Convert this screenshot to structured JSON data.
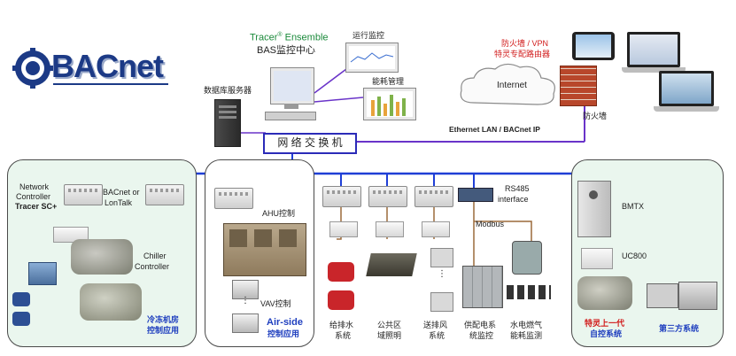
{
  "logo": {
    "text": "BACnet"
  },
  "center": {
    "brand": "Tracer",
    "brand_sup": "®",
    "brand_suffix": " Ensemble",
    "title": "BAS监控中心"
  },
  "labels": {
    "run_monitor": "运行监控",
    "energy_mgmt": "能耗管理",
    "db_server": "数据库服务器",
    "switch": "网 络 交 换 机",
    "internet": "Internet",
    "firewall_vpn_1": "防火墙 / VPN",
    "firewall_vpn_2": "特灵专配路由器",
    "firewall": "防火墙",
    "lan": "Ethernet LAN / BACnet IP"
  },
  "left_panel": {
    "nc_1": "Network",
    "nc_2": "Controller",
    "nc_3": "Tracer SC+",
    "bacnet_1": "BACnet or",
    "bacnet_2": "LonTalk",
    "chiller_1": "Chiller",
    "chiller_2": "Controller",
    "caption_1": "冷冻机房",
    "caption_2": "控制应用"
  },
  "air_panel": {
    "ahu": "AHU控制",
    "vav": "VAV控制",
    "caption_1": "Air-side",
    "caption_2": "控制应用"
  },
  "middle": {
    "rs485_1": "RS485",
    "rs485_2": "interface",
    "modbus": "Modbus",
    "water_1": "给排水",
    "water_2": "系统",
    "light_1": "公共区",
    "light_2": "域照明",
    "fan_1": "送排风",
    "fan_2": "系统",
    "power_1": "供配电系",
    "power_2": "统监控",
    "meter_1": "水电燃气",
    "meter_2": "能耗监测"
  },
  "right_panel": {
    "bmtx": "BMTX",
    "uc800": "UC800",
    "trane_1": "特灵上一代",
    "trane_2": "自控系统",
    "third": "第三方系统"
  },
  "colors": {
    "network_line": "#1f3fd6",
    "ethernet_line": "#6a34c9",
    "panel_green": "#eaf6ee",
    "caption_blue": "#1f3fbf",
    "caption_red": "#d11b1b"
  }
}
